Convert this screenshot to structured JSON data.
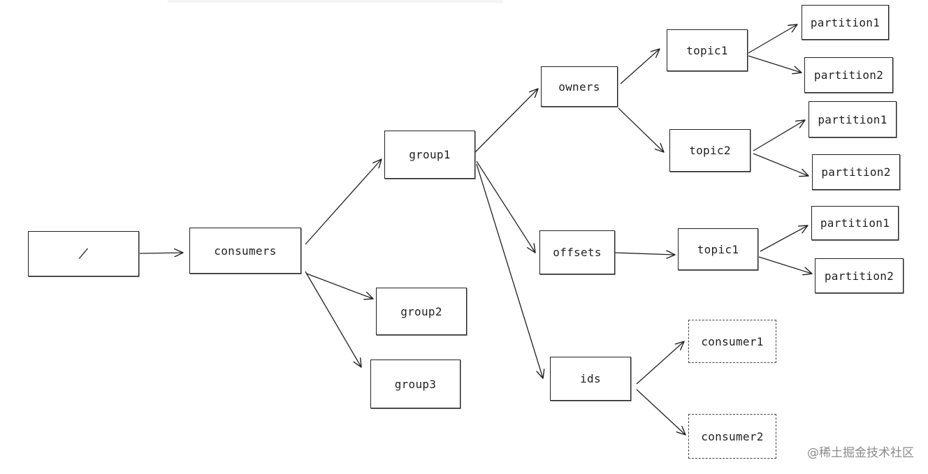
{
  "diagram": {
    "nodes": [
      {
        "id": "root",
        "label": "/"
      },
      {
        "id": "consumers",
        "label": "consumers"
      },
      {
        "id": "group1",
        "label": "group1"
      },
      {
        "id": "group2",
        "label": "group2"
      },
      {
        "id": "group3",
        "label": "group3"
      },
      {
        "id": "owners",
        "label": "owners"
      },
      {
        "id": "offsets",
        "label": "offsets"
      },
      {
        "id": "ids",
        "label": "ids"
      },
      {
        "id": "owners_topic1",
        "label": "topic1"
      },
      {
        "id": "owners_topic2",
        "label": "topic2"
      },
      {
        "id": "offsets_topic1",
        "label": "topic1"
      },
      {
        "id": "t1_partition1",
        "label": "partition1"
      },
      {
        "id": "t1_partition2",
        "label": "partition2"
      },
      {
        "id": "t2_partition1",
        "label": "partition1"
      },
      {
        "id": "t2_partition2",
        "label": "partition2"
      },
      {
        "id": "o1_partition1",
        "label": "partition1"
      },
      {
        "id": "o1_partition2",
        "label": "partition2"
      },
      {
        "id": "consumer1",
        "label": "consumer1",
        "style": "dashed"
      },
      {
        "id": "consumer2",
        "label": "consumer2",
        "style": "dashed"
      }
    ],
    "edges": [
      {
        "from": "root",
        "to": "consumers"
      },
      {
        "from": "consumers",
        "to": "group1"
      },
      {
        "from": "consumers",
        "to": "group2"
      },
      {
        "from": "consumers",
        "to": "group3"
      },
      {
        "from": "group1",
        "to": "owners"
      },
      {
        "from": "group1",
        "to": "offsets"
      },
      {
        "from": "group1",
        "to": "ids"
      },
      {
        "from": "owners",
        "to": "owners_topic1"
      },
      {
        "from": "owners",
        "to": "owners_topic2"
      },
      {
        "from": "owners_topic1",
        "to": "t1_partition1"
      },
      {
        "from": "owners_topic1",
        "to": "t1_partition2"
      },
      {
        "from": "owners_topic2",
        "to": "t2_partition1"
      },
      {
        "from": "owners_topic2",
        "to": "t2_partition2"
      },
      {
        "from": "offsets",
        "to": "offsets_topic1"
      },
      {
        "from": "offsets_topic1",
        "to": "o1_partition1"
      },
      {
        "from": "offsets_topic1",
        "to": "o1_partition2"
      },
      {
        "from": "ids",
        "to": "consumer1"
      },
      {
        "from": "ids",
        "to": "consumer2"
      }
    ]
  },
  "watermark": "@稀土掘金技术社区",
  "colors": {
    "stroke": "#222222",
    "watermark": "#8a8a8a"
  }
}
